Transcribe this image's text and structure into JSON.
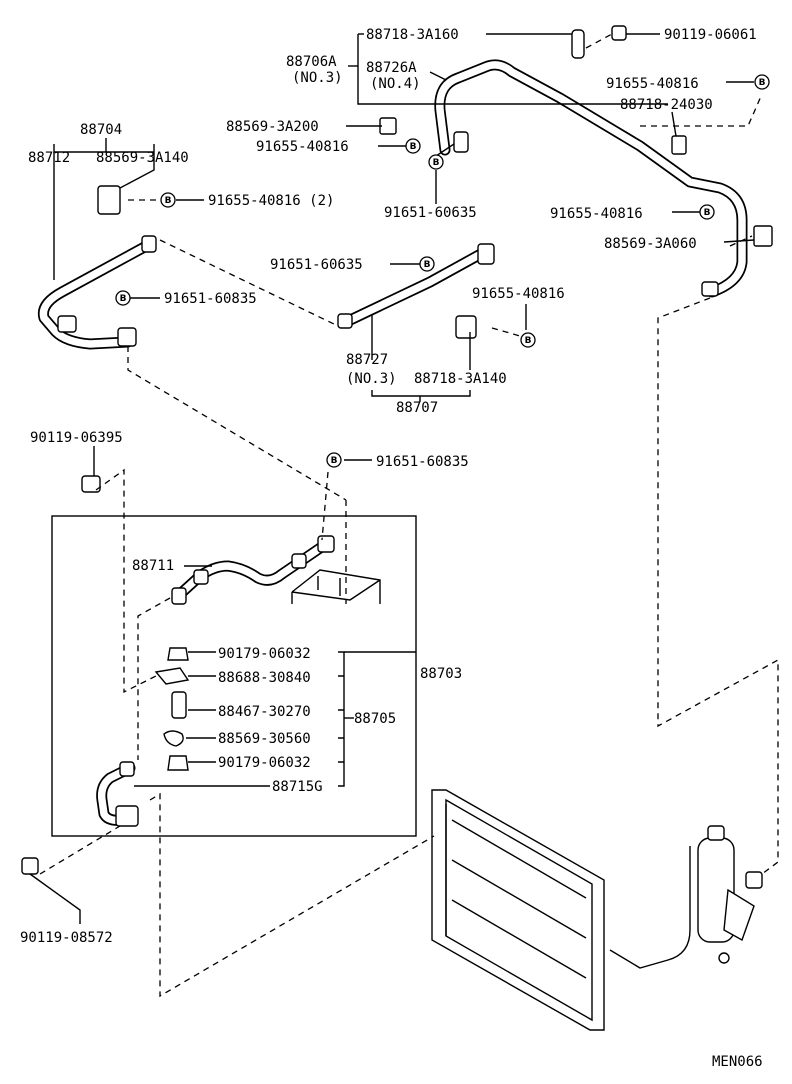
{
  "callouts": {
    "c88718_3A160": "88718-3A160",
    "c90119_06061": "90119-06061",
    "c88706A": "88706A",
    "c88706A_no": "(NO.3)",
    "c88726A": "88726A",
    "c88726A_no": "(NO.4)",
    "c91655_40816_a": "91655-40816",
    "c88718_24030": "88718-24030",
    "c88704": "88704",
    "c88712": "88712",
    "c88569_3A140": "88569-3A140",
    "c88569_3A200": "88569-3A200",
    "c91655_40816_b": "91655-40816",
    "c91651_60635_a": "91651-60635",
    "c91655_40816_c": "91655-40816",
    "c88569_3A060": "88569-3A060",
    "c91655_40816_2": "91655-40816 (2)",
    "c91651_60635_b": "91651-60635",
    "c91651_60835_a": "91651-60835",
    "c91655_40816_d": "91655-40816",
    "c88727": "88727",
    "c88727_no": "(NO.3)",
    "c88718_3A140": "88718-3A140",
    "c88707": "88707",
    "c90119_06395": "90119-06395",
    "c91651_60835_b": "91651-60835",
    "c88711": "88711",
    "c90179_06032_a": "90179-06032",
    "c88688_30840": "88688-30840",
    "c88703": "88703",
    "c88467_30270": "88467-30270",
    "c88705": "88705",
    "c88569_30560": "88569-30560",
    "c90179_06032_b": "90179-06032",
    "c88715G": "88715G",
    "c90119_08572": "90119-08572",
    "ref": "MEN066"
  },
  "bolt_marker": "B"
}
